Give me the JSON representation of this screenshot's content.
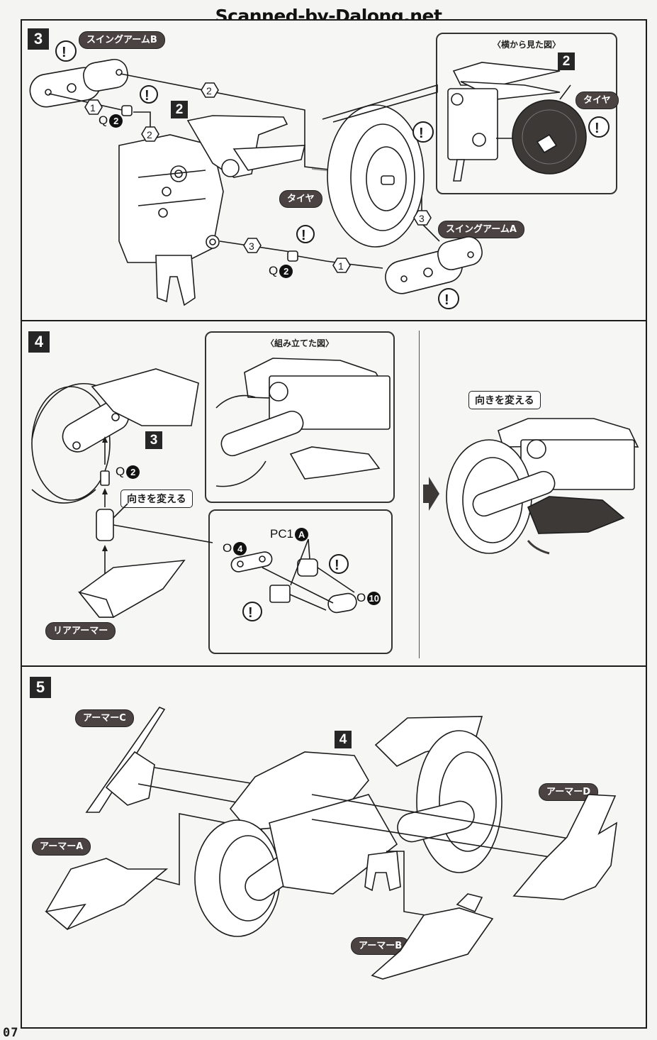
{
  "watermark": "Scanned-by-Dalong.net",
  "page_number": "07",
  "colors": {
    "label_bg": "#4b4341",
    "badge_bg": "#262626",
    "line": "#1c1c1c",
    "paper": "#f4f4f2"
  },
  "warning_icon": "exclamation-circle-icon",
  "step3": {
    "step_number": "3",
    "labels": {
      "swing_arm_b": "スイングアームB",
      "swing_arm_a": "スイングアームA",
      "tire": "タイヤ"
    },
    "ref_badge": "2",
    "part_q2_top": {
      "letter": "Q",
      "number": "2"
    },
    "part_q2_bottom": {
      "letter": "Q",
      "number": "2"
    },
    "order_steps": [
      "1",
      "2",
      "2",
      "3",
      "3",
      "1"
    ],
    "inset": {
      "title": "〈横から見た図〉",
      "ref_badge": "2",
      "tire_label": "タイヤ"
    }
  },
  "step4": {
    "step_number": "4",
    "ref_badge": "3",
    "part_q2": {
      "letter": "Q",
      "number": "2"
    },
    "callout_turn": "向きを変える",
    "rear_armor_label": "リアアーマー",
    "assembled_inset": {
      "title": "〈組み立てた図〉"
    },
    "detail_inset": {
      "part_pc1": {
        "letter": "PC1",
        "number": "A"
      },
      "part_o4": {
        "letter": "O",
        "number": "4"
      },
      "part_o10": {
        "letter": "O",
        "number": "10"
      }
    },
    "result": {
      "callout_turn": "向きを変える",
      "arrow": "right-arrow-icon"
    }
  },
  "step5": {
    "step_number": "5",
    "ref_badge": "4",
    "labels": {
      "armor_c": "アーマーC",
      "armor_a": "アーマーA",
      "armor_d": "アーマーD",
      "armor_b": "アーマーB"
    }
  }
}
